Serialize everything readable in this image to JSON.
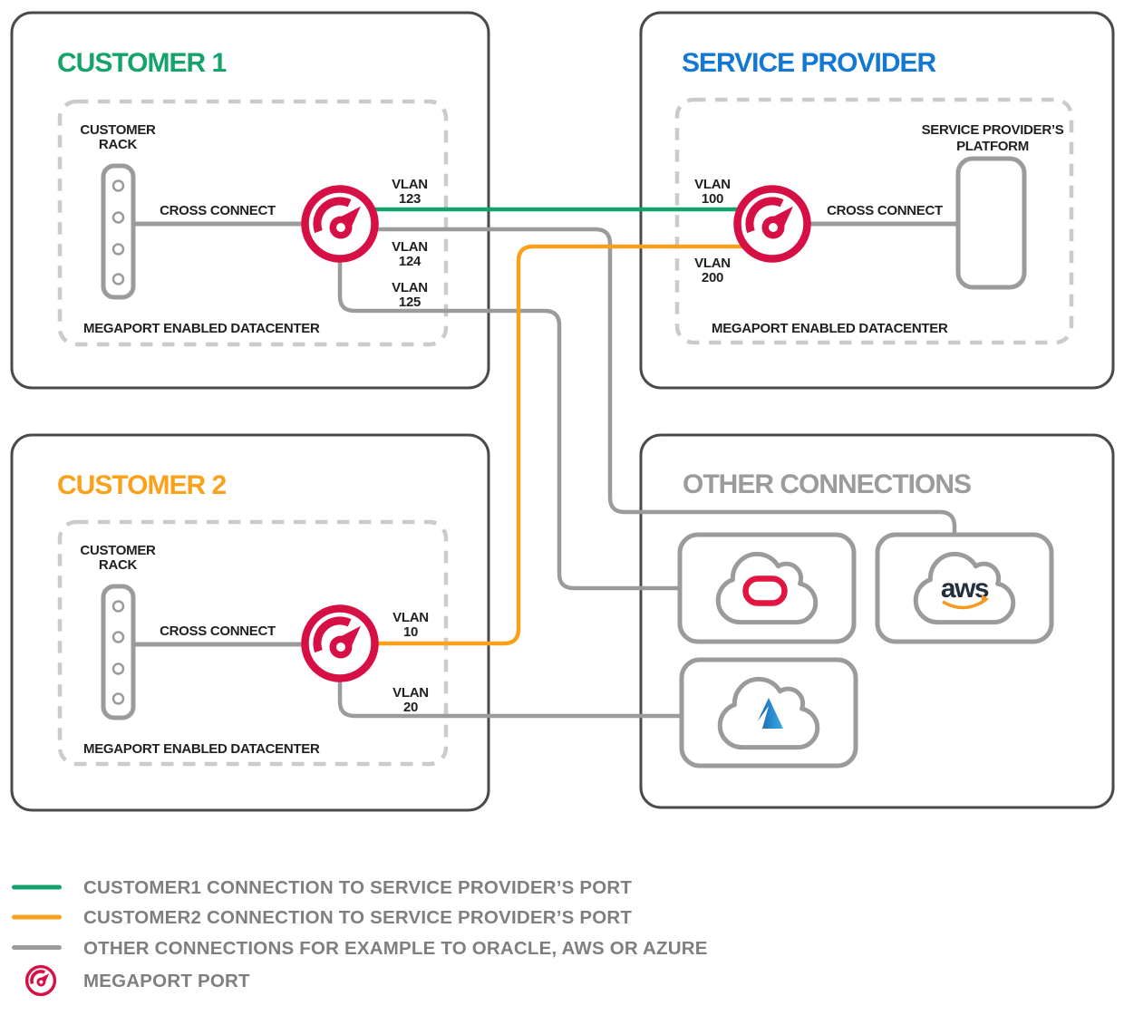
{
  "colors": {
    "green": "#14A46B",
    "orange": "#F9A11B",
    "blue": "#1377D4",
    "megaport_red": "#D60F45",
    "line_gray": "#9B9B9B",
    "border_dark": "#4A4A4A",
    "dashed_gray": "#CBCBCB",
    "text_dark": "#231F20",
    "legend_text": "#7F7F7F",
    "other_title_gray": "#9B9B9B",
    "aws_navy": "#242F3E",
    "aws_orange": "#F7981F",
    "oracle_red": "#E1153F",
    "azure_dark": "#1558A8",
    "azure_light": "#36AEE4"
  },
  "customer1": {
    "title": "CUSTOMER 1",
    "rack_label": [
      "CUSTOMER",
      "RACK"
    ],
    "cross_connect": "CROSS CONNECT",
    "datacenter": "MEGAPORT ENABLED DATACENTER",
    "vlan_123": [
      "VLAN",
      "123"
    ],
    "vlan_124": [
      "VLAN",
      "124"
    ],
    "vlan_125": [
      "VLAN",
      "125"
    ]
  },
  "customer2": {
    "title": "CUSTOMER 2",
    "rack_label": [
      "CUSTOMER",
      "RACK"
    ],
    "cross_connect": "CROSS CONNECT",
    "datacenter": "MEGAPORT ENABLED DATACENTER",
    "vlan_10": [
      "VLAN",
      "10"
    ],
    "vlan_20": [
      "VLAN",
      "20"
    ]
  },
  "service_provider": {
    "title": "SERVICE PROVIDER",
    "platform_label": [
      "SERVICE PROVIDER’S",
      "PLATFORM"
    ],
    "cross_connect": "CROSS CONNECT",
    "datacenter": "MEGAPORT ENABLED DATACENTER",
    "vlan_100": [
      "VLAN",
      "100"
    ],
    "vlan_200": [
      "VLAN",
      "200"
    ]
  },
  "other_connections": {
    "title": "OTHER CONNECTIONS",
    "aws_logo_text": "aws",
    "icons": [
      "oracle-cloud-icon",
      "aws-cloud-icon",
      "azure-cloud-icon"
    ]
  },
  "legend": {
    "items": [
      {
        "swatch": "green",
        "label": "CUSTOMER1 CONNECTION TO SERVICE PROVIDER’S PORT"
      },
      {
        "swatch": "orange",
        "label": "CUSTOMER2 CONNECTION TO SERVICE PROVIDER’S PORT"
      },
      {
        "swatch": "gray",
        "label": "OTHER CONNECTIONS FOR EXAMPLE TO ORACLE, AWS OR AZURE"
      },
      {
        "swatch": "megaport-port-icon",
        "label": "MEGAPORT PORT"
      }
    ]
  }
}
